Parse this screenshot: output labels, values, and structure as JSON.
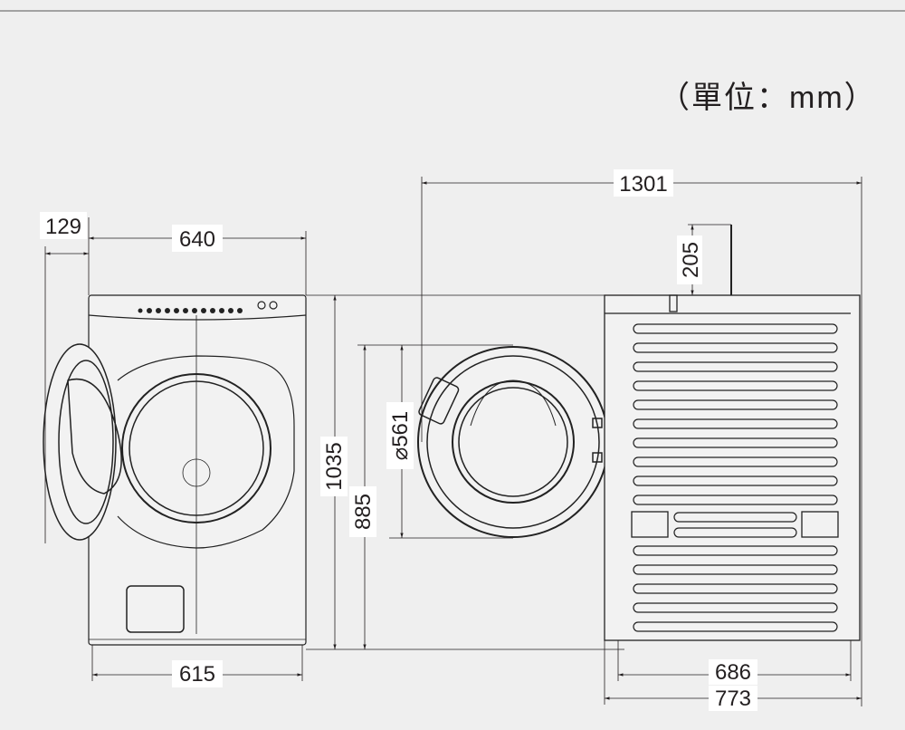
{
  "unit_label": "（單位：mm）",
  "dimensions": {
    "door_open_depth": "129",
    "front_width": "640",
    "front_base_width": "615",
    "total_height": "1035",
    "door_center_height": "885",
    "door_diameter": "⌀561",
    "door_open_total_depth": "1301",
    "lid_clearance": "205",
    "body_depth": "686",
    "total_depth": "773"
  }
}
